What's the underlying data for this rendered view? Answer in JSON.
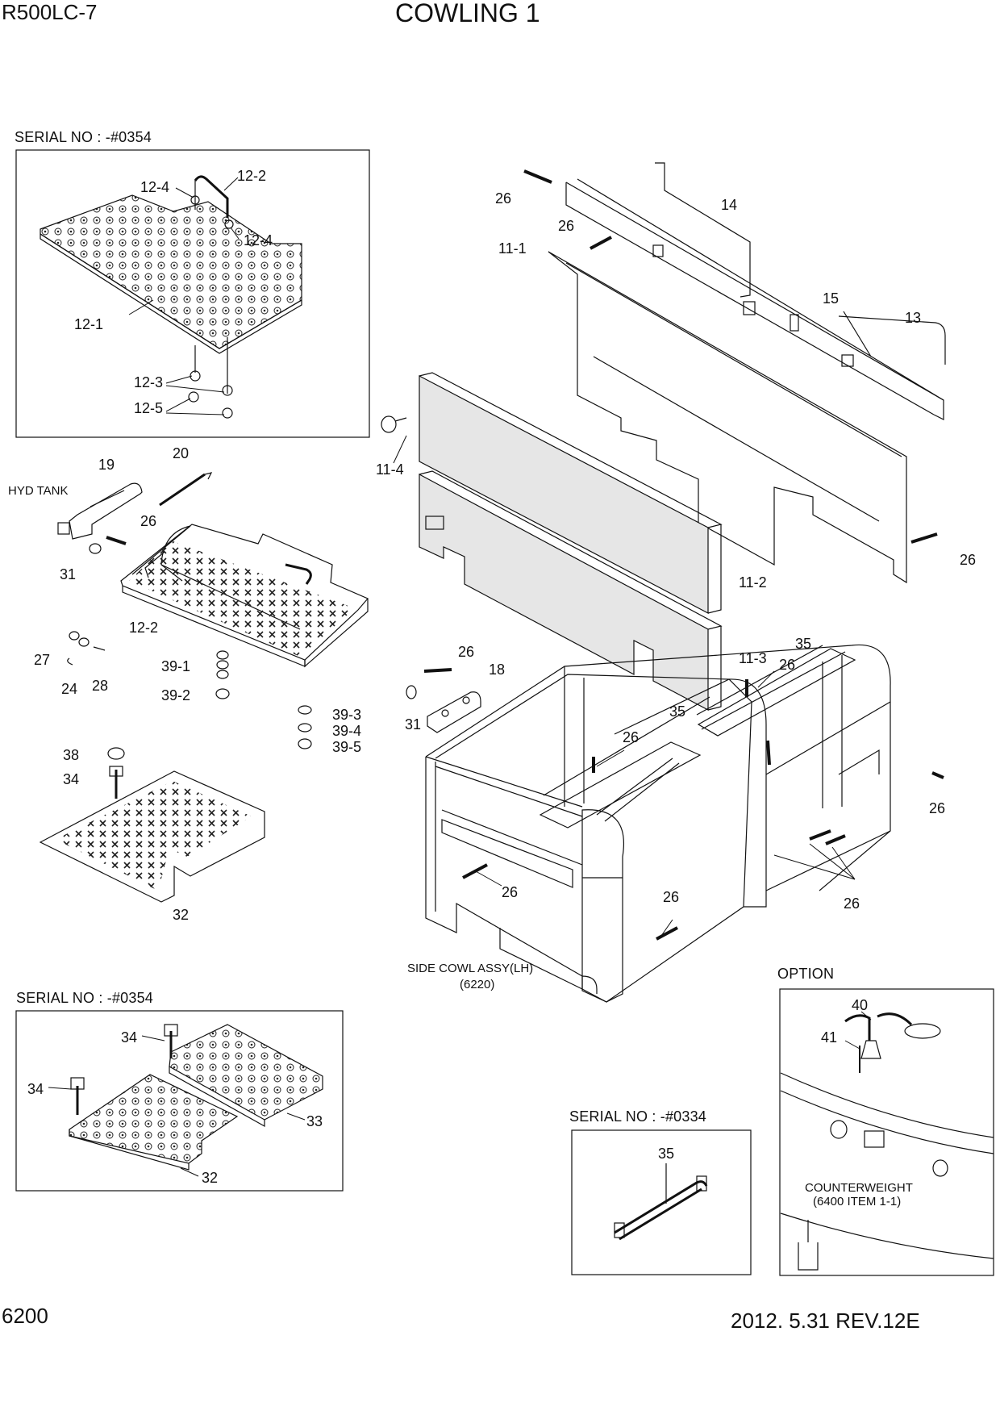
{
  "header": {
    "model": "R500LC-7",
    "title": "COWLING 1"
  },
  "footer": {
    "page": "6200",
    "revision": "2012. 5.31  REV.12E"
  },
  "inset_top_left": {
    "label": "SERIAL NO : -#0354"
  },
  "inset_bottom_left": {
    "label": "SERIAL NO : -#0354"
  },
  "inset_bottom_center": {
    "label": "SERIAL NO : -#0334"
  },
  "inset_option": {
    "label": "OPTION"
  },
  "notes": {
    "hyd_tank": "HYD TANK",
    "side_cowl_line1": "SIDE COWL ASSY(LH)",
    "side_cowl_line2": "(6220)",
    "counterweight_line1": "COUNTERWEIGHT",
    "counterweight_line2": "(6400 ITEM 1-1)"
  },
  "callouts": [
    "12-4",
    "12-2",
    "12-4",
    "12-1",
    "12-3",
    "12-5",
    "26",
    "14",
    "26",
    "11-1",
    "15",
    "13",
    "11-4",
    "26",
    "11-2",
    "11-3",
    "19",
    "20",
    "26",
    "31",
    "12-2",
    "27",
    "28",
    "24",
    "39-1",
    "39-2",
    "39-3",
    "39-4",
    "39-5",
    "26",
    "18",
    "31",
    "35",
    "26",
    "35",
    "26",
    "38",
    "34",
    "32",
    "26",
    "26",
    "26",
    "26",
    "34",
    "34",
    "33",
    "32",
    "35",
    "40",
    "41"
  ]
}
